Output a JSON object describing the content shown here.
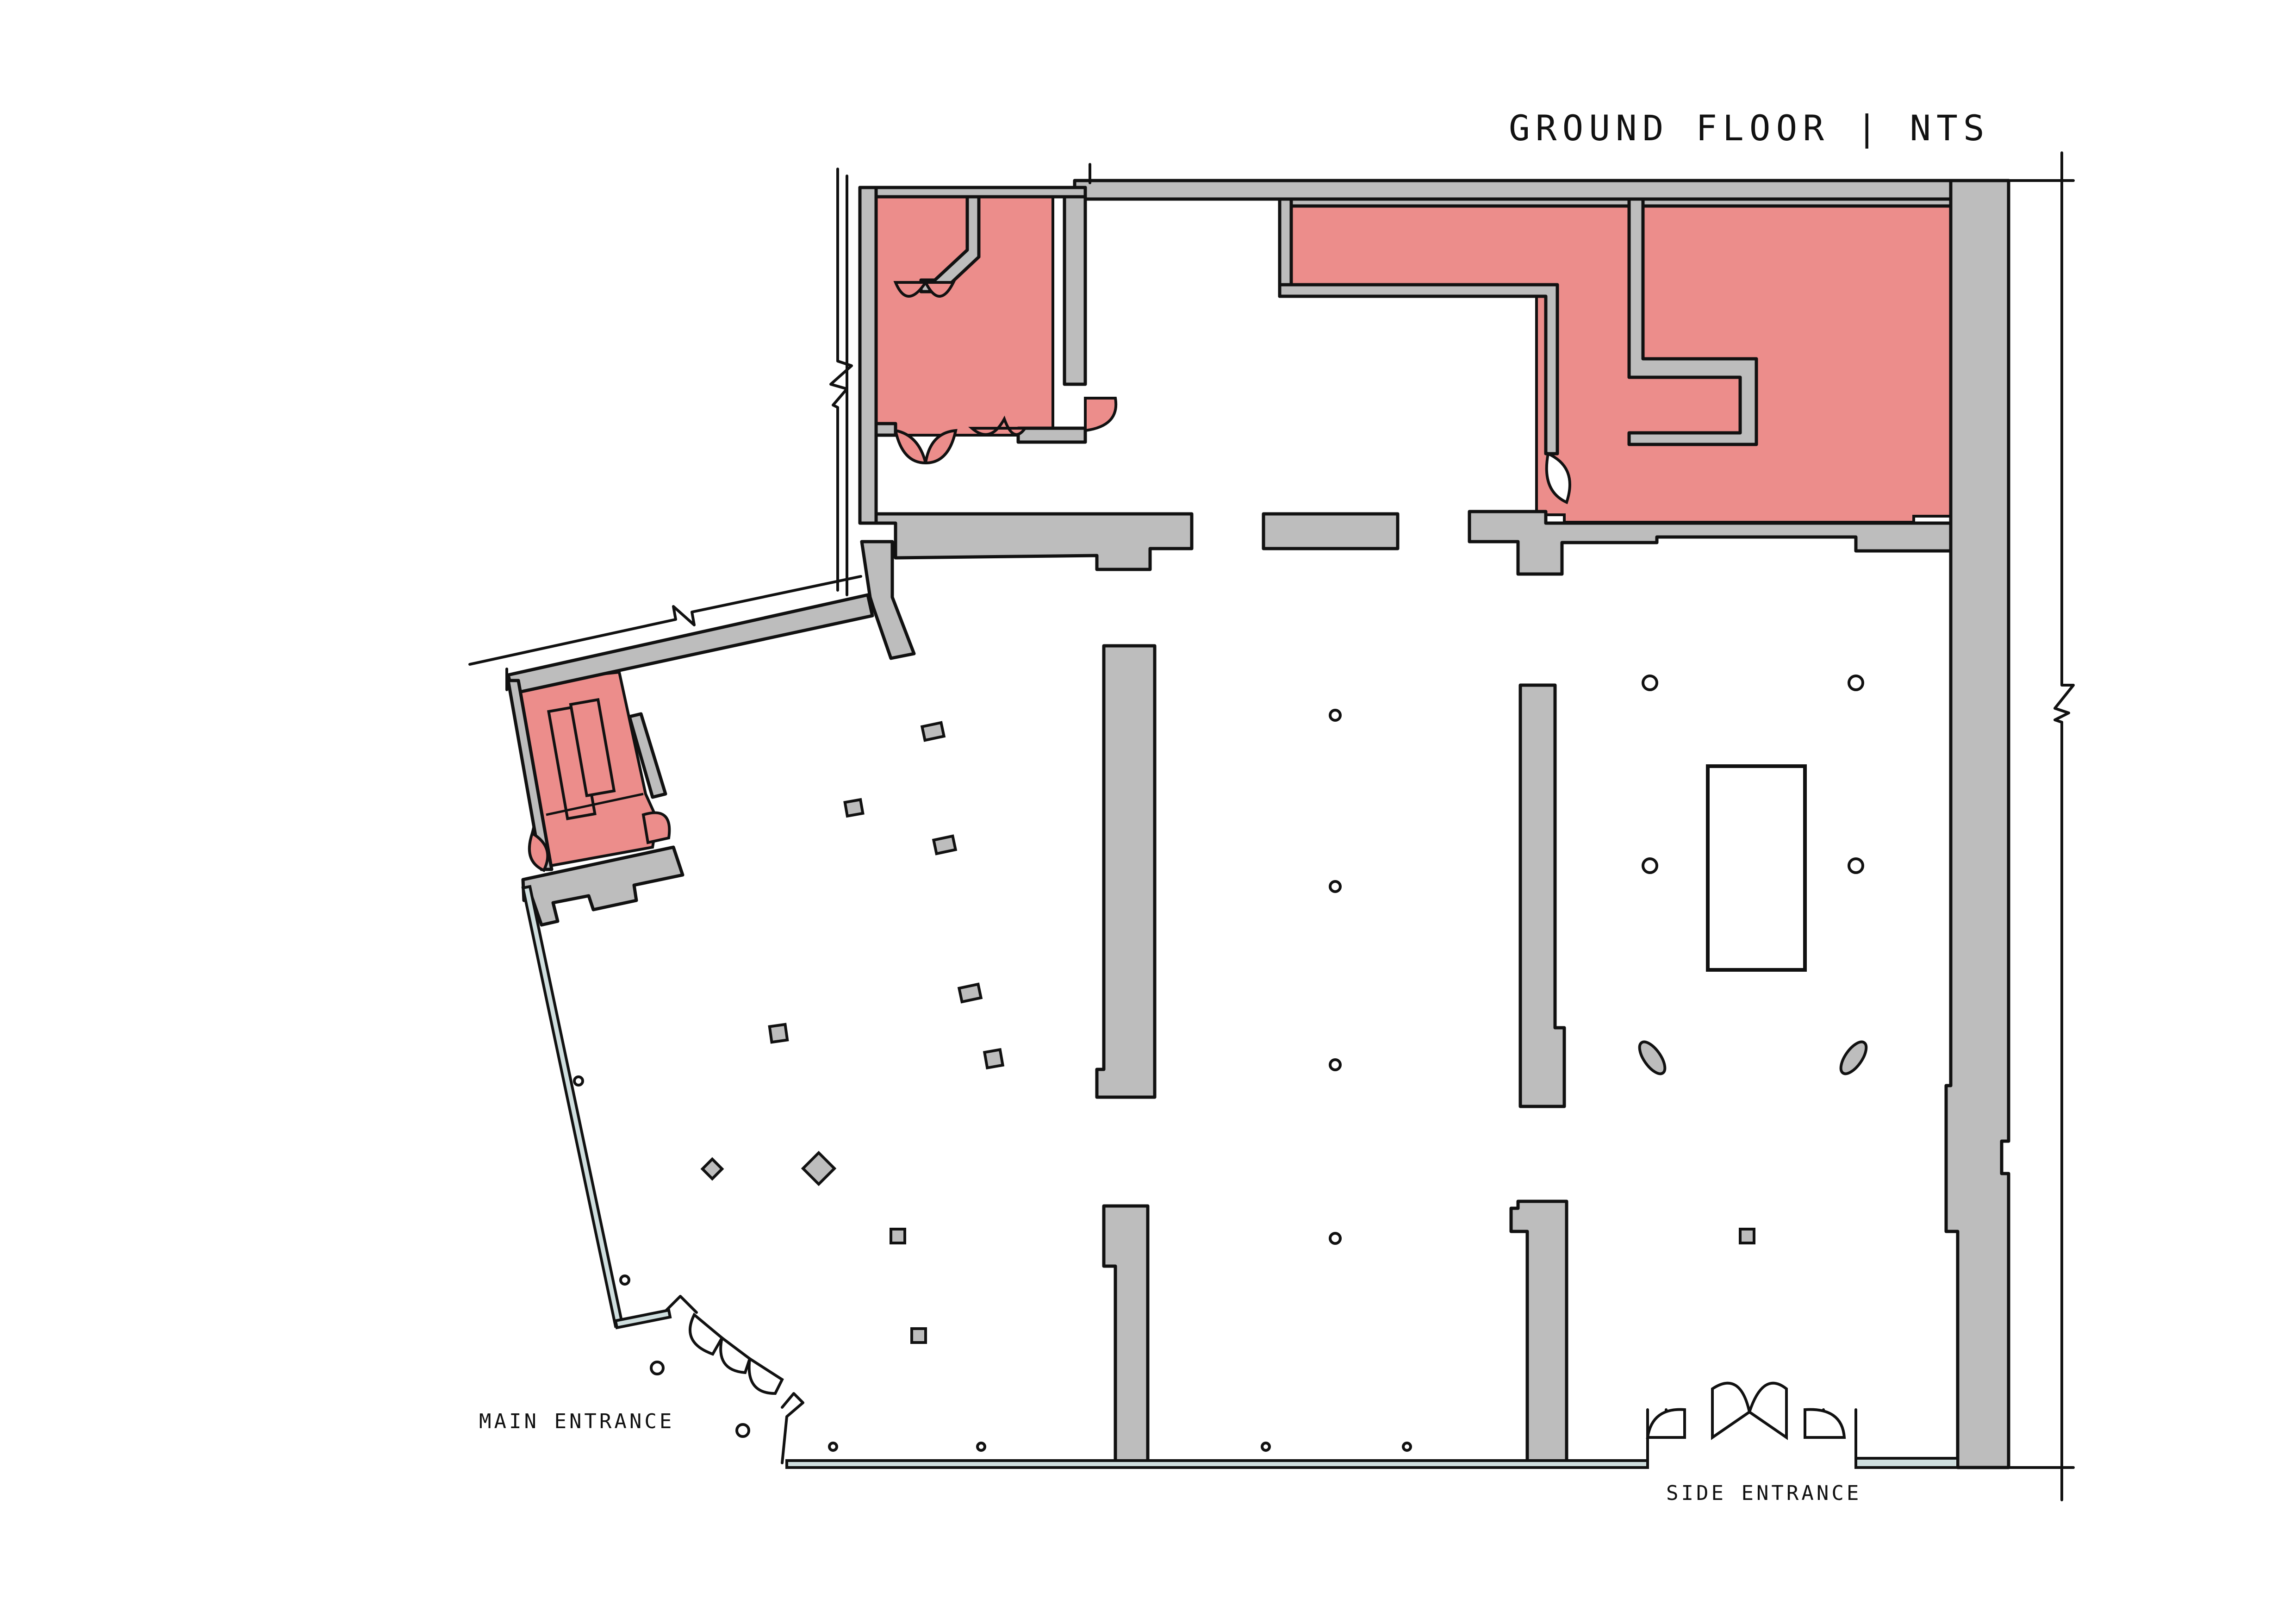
{
  "drawing": {
    "title": "GROUND FLOOR | NTS",
    "labels": {
      "main_entrance": "MAIN ENTRANCE",
      "side_entrance": "SIDE ENTRANCE"
    }
  },
  "colors": {
    "wall_fill": "#bdbdbd",
    "highlight_room": "#ec8d8b",
    "glazing": "#cfdede",
    "ink": "#111111",
    "background": "#ffffff"
  }
}
